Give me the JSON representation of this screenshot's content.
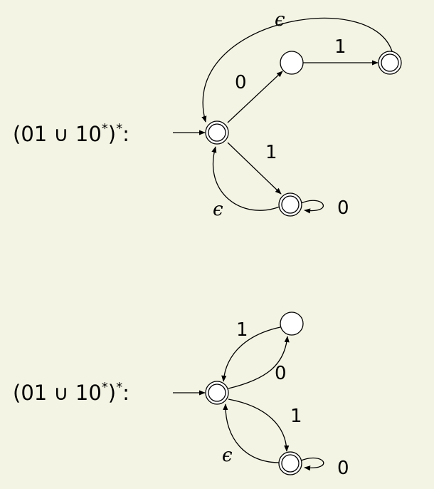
{
  "diagrams": [
    {
      "regex": {
        "prefix": "(01 ∪ 10",
        "star": "*",
        "suffix": ")",
        "outer_star": "*",
        "colon": ":"
      },
      "labels": {
        "e_0": "0",
        "e_1_top": "1",
        "e_1_down": "1",
        "e_loop": "0",
        "e_eps_top": "ϵ",
        "e_eps_bottom": "ϵ"
      },
      "states": [
        {
          "id": "start",
          "accepting": true
        },
        {
          "id": "mid",
          "accepting": false
        },
        {
          "id": "right",
          "accepting": true
        },
        {
          "id": "lower",
          "accepting": true
        }
      ]
    },
    {
      "regex": {
        "prefix": "(01 ∪ 10",
        "star": "*",
        "suffix": ")",
        "outer_star": "*",
        "colon": ":"
      },
      "labels": {
        "e_1_back": "1",
        "e_0_fwd": "0",
        "e_1_down": "1",
        "e_loop": "0",
        "e_eps_bottom": "ϵ"
      },
      "states": [
        {
          "id": "start",
          "accepting": true
        },
        {
          "id": "upper",
          "accepting": false
        },
        {
          "id": "lower",
          "accepting": true
        }
      ]
    }
  ]
}
